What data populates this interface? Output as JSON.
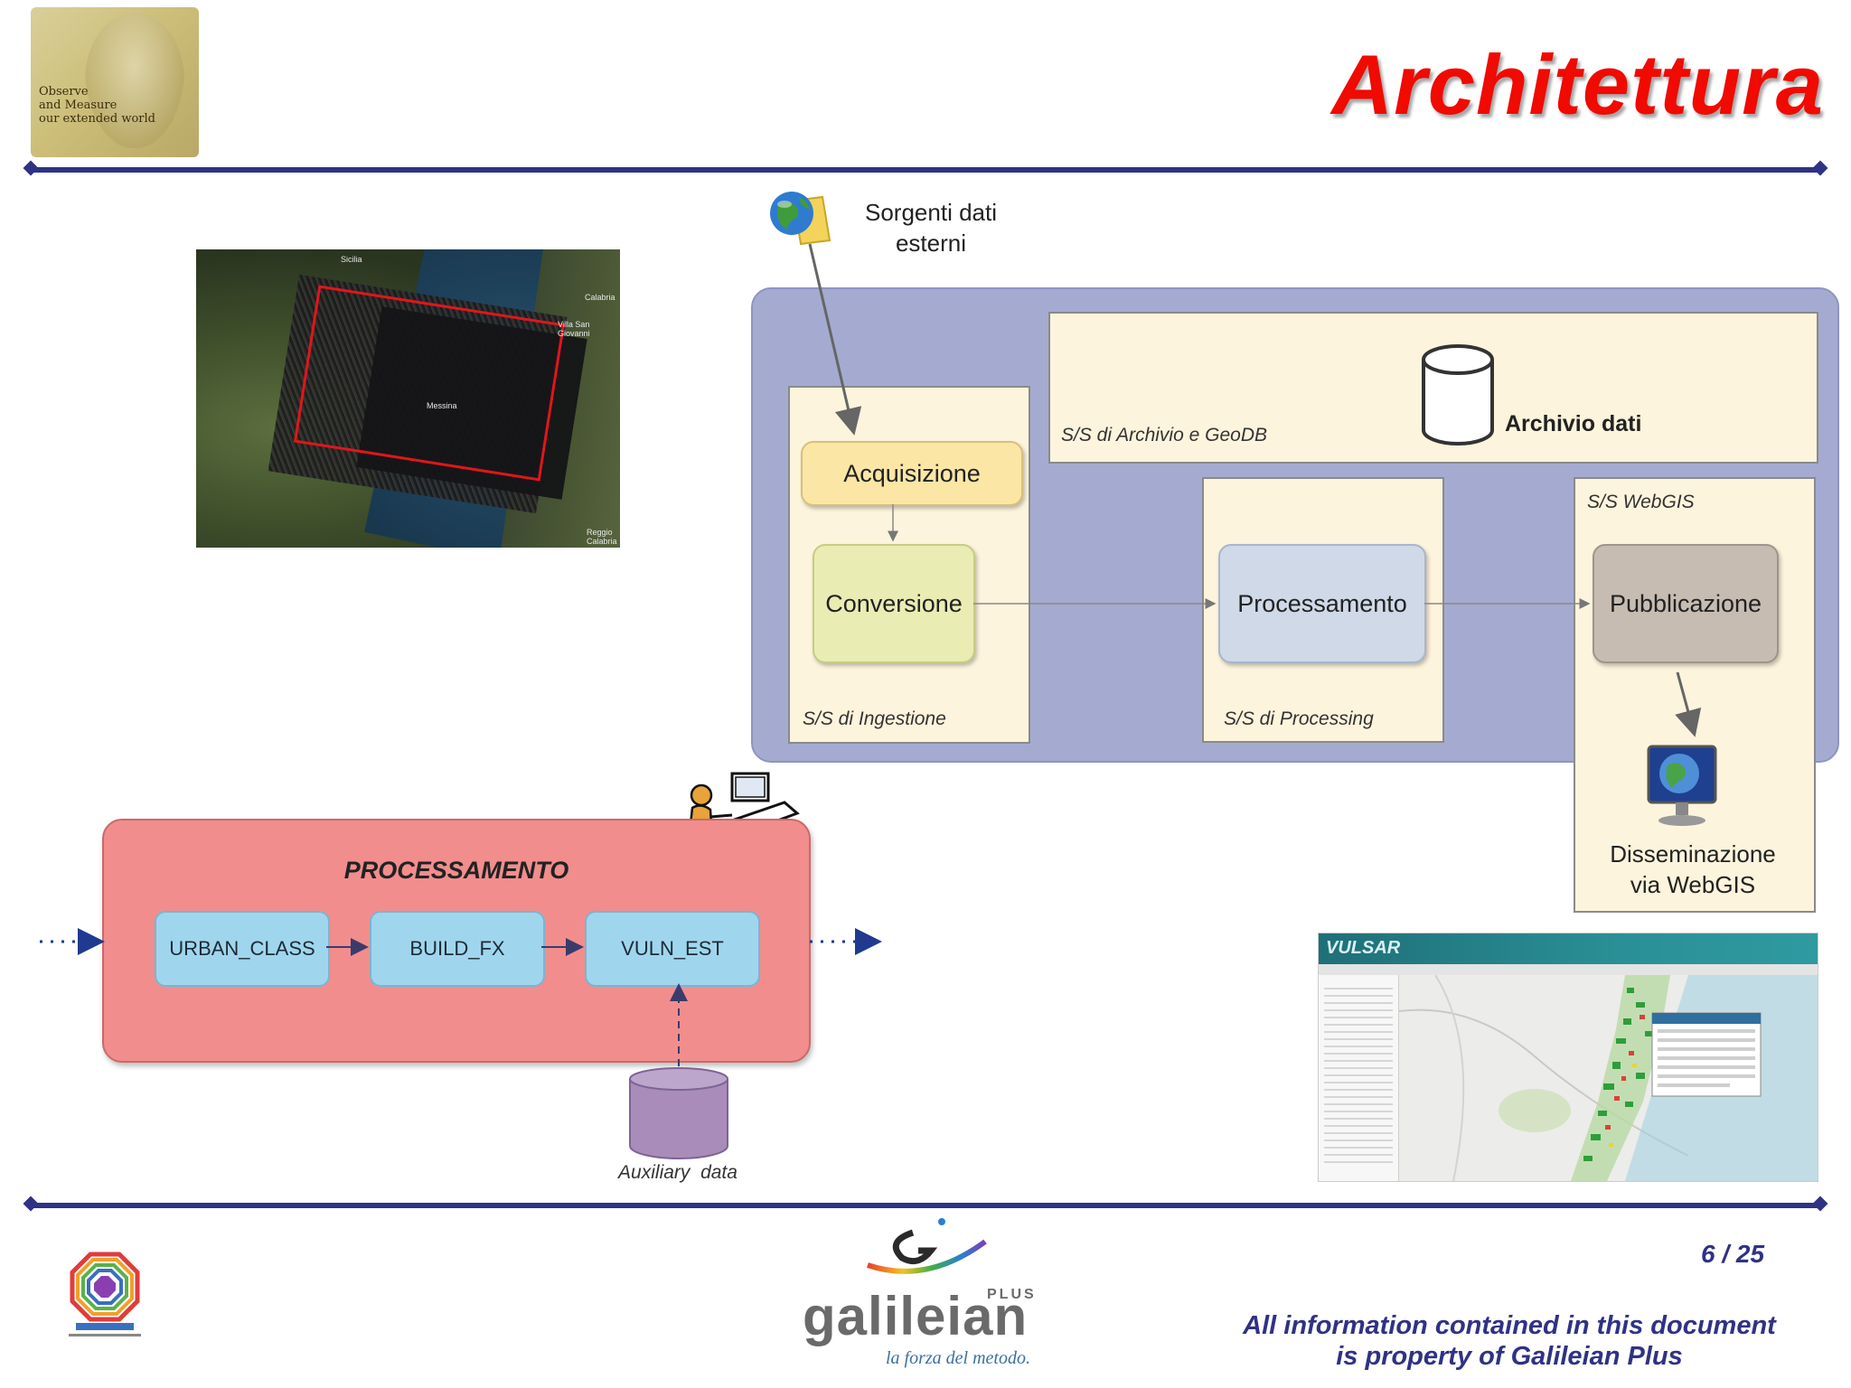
{
  "header": {
    "title": "Architettura",
    "logo_lines": [
      "Observe",
      "and Measure",
      "our extended world"
    ]
  },
  "satellite_image": {
    "labels": [
      "Sicilia",
      "Calabria",
      "Villa San Giovanni",
      "Messina",
      "Reggio Calabria"
    ]
  },
  "architecture": {
    "source_label_line1": "Sorgenti dati",
    "source_label_line2": "esterni",
    "archive_caption": "S/S di Archivio e GeoDB",
    "archive_label": "Archivio dati",
    "ingestion_caption": "S/S di Ingestione",
    "processing_caption": "S/S di Processing",
    "webgis_caption": "S/S WebGIS",
    "acquisizione": "Acquisizione",
    "conversione": "Conversione",
    "processamento": "Processamento",
    "pubblicazione": "Pubblicazione",
    "dissemination_line1": "Disseminazione",
    "dissemination_line2": "via WebGIS"
  },
  "processing_chain": {
    "title": "PROCESSAMENTO",
    "steps": [
      "URBAN_CLASS",
      "BUILD_FX",
      "VULN_EST"
    ],
    "aux_label": "Auxiliary  data"
  },
  "webgis_screenshot": {
    "app_name": "VULSAR"
  },
  "footer": {
    "page": "6 / 25",
    "disclaimer_line1": "All information contained in this document",
    "disclaimer_line2": "is property of Galileian Plus",
    "brand": "galileian",
    "brand_plus": "PLUS",
    "tagline": "la forza del metodo."
  },
  "colors": {
    "title_red": "#f00a00",
    "rule_navy": "#2f3285",
    "panel_lavender": "#a5abd0",
    "subsystem_cream": "#fdf4dd",
    "processing_red": "#f28d8d",
    "step_blue": "#9fd6ee"
  }
}
